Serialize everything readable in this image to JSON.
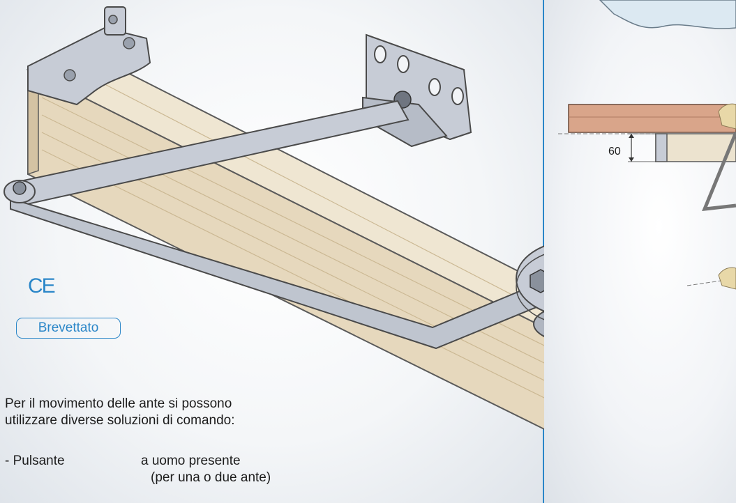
{
  "badges": {
    "ce": "CE",
    "patent": "Brevettato"
  },
  "description": {
    "line1": "Per il movimento delle ante si possono",
    "line2": "utilizzare diverse soluzioni di comando:"
  },
  "options": [
    {
      "key": "- Pulsante",
      "value_line1": "a uomo presente",
      "value_line2": "(per una o due ante)"
    }
  ],
  "dimension": {
    "value": "60"
  },
  "colors": {
    "accent": "#2a86c8",
    "metal": "#c7ccd6",
    "body": "#e8dcc4",
    "text": "#1c1c1c"
  }
}
